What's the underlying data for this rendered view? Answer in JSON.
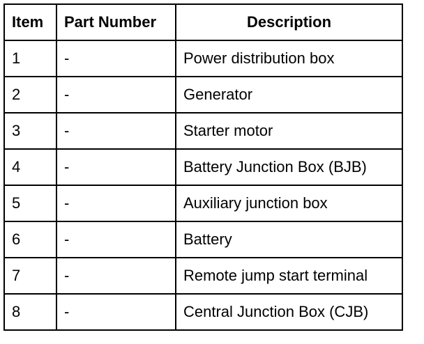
{
  "table": {
    "headers": {
      "item": "Item",
      "part_number": "Part Number",
      "description": "Description"
    },
    "rows": [
      {
        "item": "1",
        "part_number": "-",
        "description": "Power distribution box"
      },
      {
        "item": "2",
        "part_number": "-",
        "description": "Generator"
      },
      {
        "item": "3",
        "part_number": "-",
        "description": "Starter motor"
      },
      {
        "item": "4",
        "part_number": "-",
        "description": "Battery Junction Box (BJB)"
      },
      {
        "item": "5",
        "part_number": "-",
        "description": "Auxiliary junction box"
      },
      {
        "item": "6",
        "part_number": "-",
        "description": "Battery"
      },
      {
        "item": "7",
        "part_number": "-",
        "description": "Remote jump start terminal"
      },
      {
        "item": "8",
        "part_number": "-",
        "description": "Central Junction Box (CJB)"
      }
    ]
  }
}
